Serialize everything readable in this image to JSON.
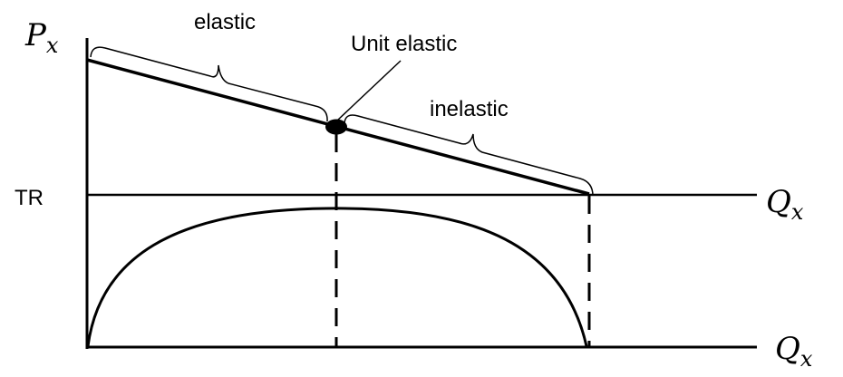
{
  "labels": {
    "price_axis": "P",
    "price_axis_sub": "x",
    "tr_axis": "TR",
    "quantity_axis_top": "Q",
    "quantity_axis_top_sub": "x",
    "quantity_axis_bottom": "Q",
    "quantity_axis_bottom_sub": "x",
    "elastic": "elastic",
    "unit_elastic": "Unit elastic",
    "inelastic": "inelastic"
  },
  "colors": {
    "ink": "#000000",
    "background": "#ffffff"
  }
}
